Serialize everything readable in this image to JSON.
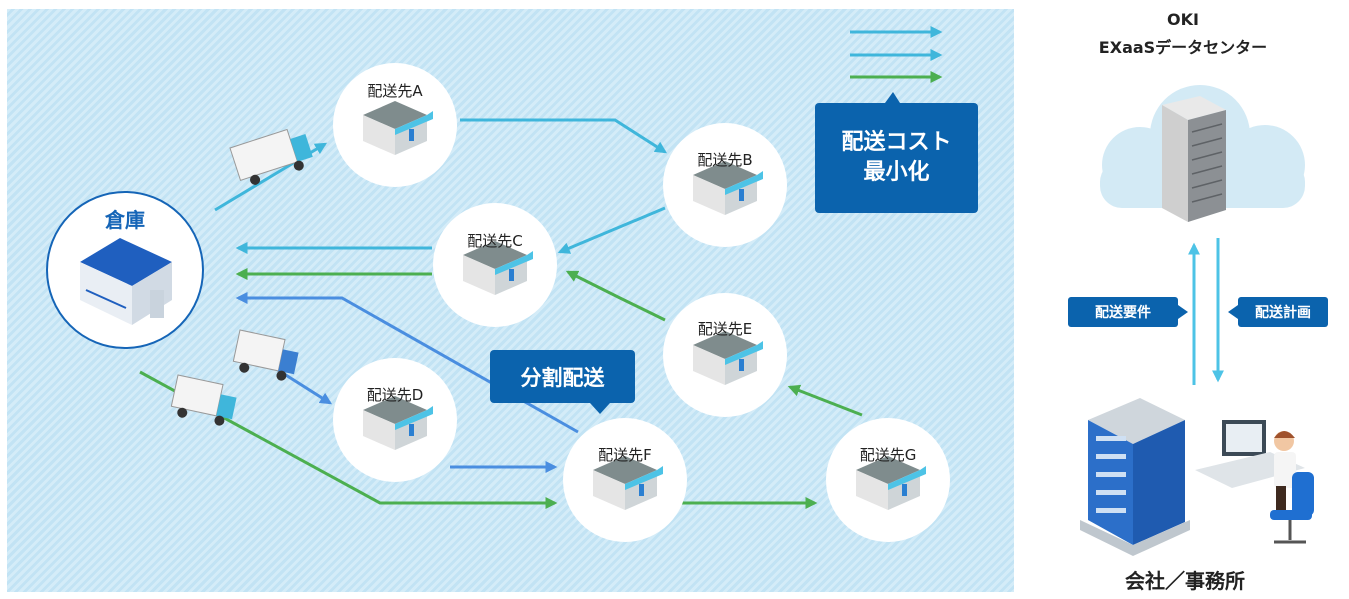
{
  "hub": {
    "label": "倉庫"
  },
  "nodes": [
    {
      "id": "A",
      "label": "配送先A"
    },
    {
      "id": "B",
      "label": "配送先B"
    },
    {
      "id": "C",
      "label": "配送先C"
    },
    {
      "id": "D",
      "label": "配送先D"
    },
    {
      "id": "E",
      "label": "配送先E"
    },
    {
      "id": "F",
      "label": "配送先F"
    },
    {
      "id": "G",
      "label": "配送先G"
    }
  ],
  "callouts": {
    "cost_line1": "配送コスト",
    "cost_line2": "最小化",
    "split": "分割配送"
  },
  "datacenter": {
    "line1": "OKI",
    "line2": "EXaaSデータセンター"
  },
  "flows": {
    "requirements": "配送要件",
    "plan": "配送計画"
  },
  "office": {
    "label": "会社／事務所"
  },
  "colors": {
    "route_cyan": "#3fb6db",
    "route_green": "#4caf50",
    "route_blue": "#4a8ee0",
    "callout": "#0b63ad"
  }
}
